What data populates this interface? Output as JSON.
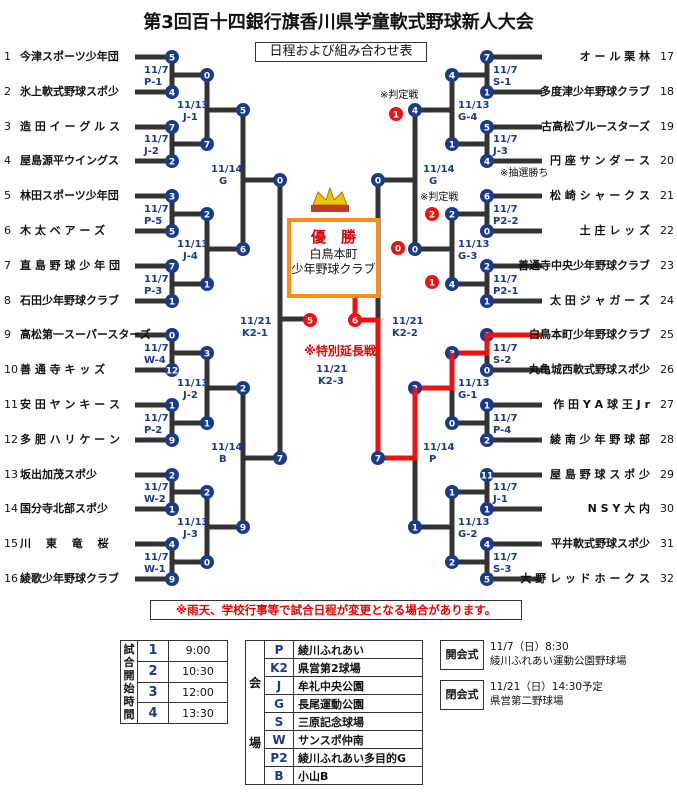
{
  "title": "第3回百十四銀行旗香川県学童軟式野球新人大会",
  "subtitle": "日程および組み合わせ表",
  "left_teams": [
    {
      "num": "1",
      "name": "今津スポーツ少年団"
    },
    {
      "num": "2",
      "name": "氷上軟式野球スポ少"
    },
    {
      "num": "3",
      "name": "造 田 イ ー グ ル ス"
    },
    {
      "num": "4",
      "name": "屋島源平ウイングス"
    },
    {
      "num": "5",
      "name": "林田スポーツ少年団"
    },
    {
      "num": "6",
      "name": "木 太 ベ ア ー ズ"
    },
    {
      "num": "7",
      "name": "直 島 野 球 少 年 団"
    },
    {
      "num": "8",
      "name": "石田少年野球クラブ"
    },
    {
      "num": "9",
      "name": "高松第一スーパースターズ"
    },
    {
      "num": "10",
      "name": "善 通 寺 キ ッ ズ"
    },
    {
      "num": "11",
      "name": "安 田 ヤ ン キ ー ス"
    },
    {
      "num": "12",
      "name": "多 肥 ハ リ ケ ー ン"
    },
    {
      "num": "13",
      "name": "坂出加茂スポ少"
    },
    {
      "num": "14",
      "name": "国分寺北部スポ少"
    },
    {
      "num": "15",
      "name": "川　 東　 竜　 桜"
    },
    {
      "num": "16",
      "name": "綾歌少年野球クラブ"
    }
  ],
  "right_teams": [
    {
      "num": "17",
      "name": "オ ー ル 栗 林"
    },
    {
      "num": "18",
      "name": "多度津少年野球クラブ"
    },
    {
      "num": "19",
      "name": "古高松ブルースターズ"
    },
    {
      "num": "20",
      "name": "円 座 サ ン ダ ー ス"
    },
    {
      "num": "21",
      "name": "松 崎 シ ャ ー ク ス"
    },
    {
      "num": "22",
      "name": "土 庄 レ ッ ズ"
    },
    {
      "num": "23",
      "name": "善通寺中央少年野球クラブ"
    },
    {
      "num": "24",
      "name": "太 田 ジ ャ ガ ー ズ"
    },
    {
      "num": "25",
      "name": "白鳥本町少年野球クラブ"
    },
    {
      "num": "26",
      "name": "丸亀城西軟式野球スポ少"
    },
    {
      "num": "27",
      "name": "作 田 Y A 球 王 J r"
    },
    {
      "num": "28",
      "name": "綾 南 少 年 野 球 部"
    },
    {
      "num": "29",
      "name": "屋 島 野 球 ス ポ 少"
    },
    {
      "num": "30",
      "name": "N S Y 大 内"
    },
    {
      "num": "31",
      "name": "平井軟式野球スポ少"
    },
    {
      "num": "32",
      "name": "大 野 レ ッ ド ホ ー ク ス"
    }
  ],
  "bracket": {
    "date_11_7": "11/7",
    "date_11_13": "11/13",
    "date_11_14": "11/14",
    "date_11_21": "11/21",
    "r1_left_codes": [
      "P-1",
      "J-2",
      "P-5",
      "P-3",
      "W-4",
      "P-2",
      "W-2",
      "W-1"
    ],
    "r1_right_codes": [
      "S-1",
      "J-3",
      "P2-2",
      "P2-1",
      "S-2",
      "P-4",
      "J-1",
      "S-3"
    ],
    "r2_left_codes": [
      "J-1",
      "J-4",
      "J-2",
      "J-3"
    ],
    "r2_right_codes": [
      "G-4",
      "G-3",
      "G-1",
      "G-2"
    ],
    "r3_left_codes": [
      "G",
      "B"
    ],
    "r3_right_codes": [
      "G",
      "P"
    ],
    "semi_left_code": "K2-1",
    "semi_right_code": "K2-2",
    "final_code": "K2-3",
    "r1_left_scores": [
      "5",
      "4",
      "7",
      "2",
      "3",
      "5",
      "7",
      "1",
      "0",
      "12",
      "1",
      "9",
      "2",
      "1",
      "4",
      "9"
    ],
    "r1_right_scores": [
      "7",
      "1",
      "5",
      "4",
      "6",
      "0",
      "2",
      "1",
      "8",
      "0",
      "1",
      "2",
      "11",
      "1",
      "4",
      "5"
    ],
    "r2_left_scores": [
      "0",
      "7",
      "2",
      "1",
      "3",
      "1",
      "2",
      "0"
    ],
    "r2_right_scores": [
      "4",
      "1",
      "2",
      "4",
      "3",
      "0",
      "1",
      "2"
    ],
    "r3_left_scores": [
      "5",
      "6",
      "2",
      "9"
    ],
    "r3_right_scores": [
      "4",
      "0",
      "2",
      "1"
    ],
    "semi_left_scores": [
      "0",
      "7"
    ],
    "semi_right_scores": [
      "0",
      "7"
    ],
    "final_scores": [
      "5",
      "6"
    ],
    "red_left_scores": [
      "1",
      "2",
      "1"
    ],
    "red_right_scores": [
      "0"
    ],
    "hantei": [
      "※判定戦",
      "※判定戦"
    ],
    "chusen": "※抽選勝ち"
  },
  "champion": {
    "label": "優　勝",
    "team_line1": "白鳥本町",
    "team_line2": "少年野球クラブ"
  },
  "special_note": "※特別延長戦",
  "notice": "※雨天、学校行事等で試合日程が変更となる場合があります。",
  "schedule": {
    "header": "試合開始時間",
    "rows": [
      {
        "no": "1",
        "time": "9:00"
      },
      {
        "no": "2",
        "time": "10:30"
      },
      {
        "no": "3",
        "time": "12:00"
      },
      {
        "no": "4",
        "time": "13:30"
      }
    ]
  },
  "venues": {
    "header": "会場",
    "rows": [
      {
        "code": "P",
        "name": "綾川ふれあい"
      },
      {
        "code": "K2",
        "name": "県営第2球場"
      },
      {
        "code": "J",
        "name": "牟礼中央公園"
      },
      {
        "code": "G",
        "name": "長尾運動公園"
      },
      {
        "code": "S",
        "name": "三原記念球場"
      },
      {
        "code": "W",
        "name": "サンスポ仲南"
      },
      {
        "code": "P2",
        "name": "綾川ふれあい多目的G"
      },
      {
        "code": "B",
        "name": "小山B"
      }
    ]
  },
  "ceremonies": {
    "opening": {
      "label": "開会式",
      "line1": "11/7（日）8:30",
      "line2": "綾川ふれあい運動公園野球場"
    },
    "closing": {
      "label": "閉会式",
      "line1": "11/21（日）14:30予定",
      "line2": "県営第二野球場"
    }
  },
  "colors": {
    "line": "#333333",
    "red": "#ee1111",
    "navy": "#1a3a8a",
    "orange": "#ff8c1a"
  }
}
